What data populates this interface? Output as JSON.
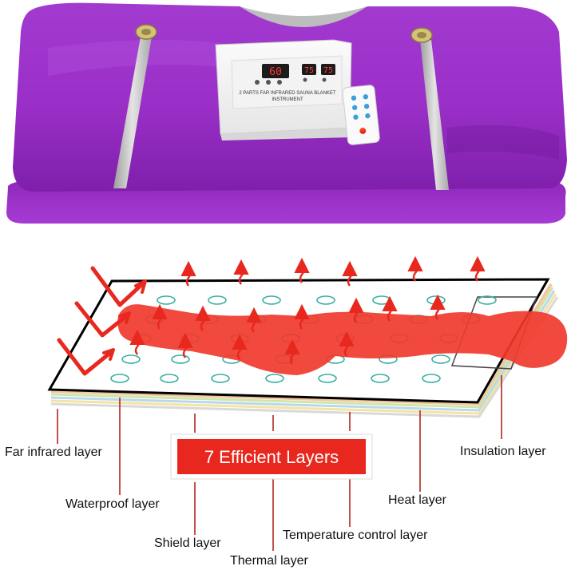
{
  "device": {
    "display_time": "60",
    "display_temp_left": "75",
    "display_temp_right": "75",
    "panel_text_line1": "2 PARTS FAR INFRARED SAUNA BLANKET",
    "panel_text_line2": "INSTRUMENT"
  },
  "diagram": {
    "title": "7 Efficient Layers",
    "layers": [
      {
        "id": "far-infrared",
        "label": "Far infrared layer"
      },
      {
        "id": "waterproof",
        "label": "Waterproof layer"
      },
      {
        "id": "shield",
        "label": "Shield layer"
      },
      {
        "id": "thermal",
        "label": "Thermal layer"
      },
      {
        "id": "temperature-control",
        "label": "Temperature control layer"
      },
      {
        "id": "heat",
        "label": "Heat layer"
      },
      {
        "id": "insulation",
        "label": "Insulation layer"
      }
    ]
  },
  "colors": {
    "blanket_purple": "#9a2fc7",
    "accent_red": "#e8281e",
    "body_red": "#f03a2e",
    "callout_line": "#b3261e"
  }
}
